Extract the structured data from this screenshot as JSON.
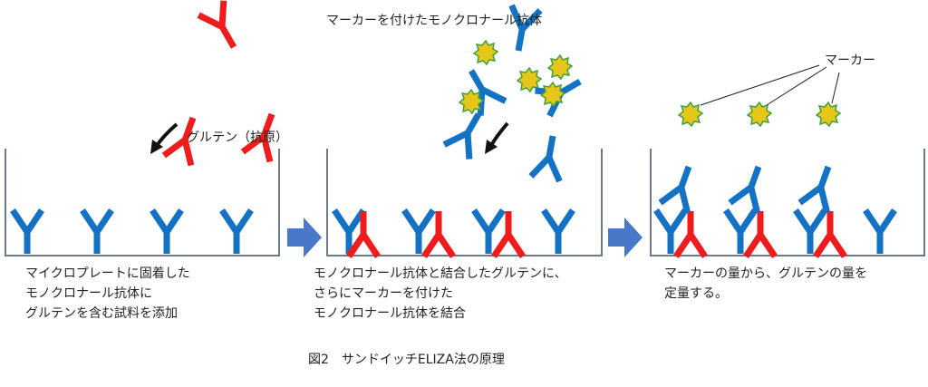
{
  "title_top": "マーカーを付けたモノクロナール抗体",
  "antigen_label": "グルテン（抗原）",
  "marker_label": "マーカー",
  "panels": [
    {
      "caption": [
        "マイクロプレートに固着した",
        "モノクロナール抗体に",
        "グルテンを含む試料を添加"
      ]
    },
    {
      "caption": [
        "モノクロナール抗体と結合したグルテンに、",
        "さらにマーカーを付けた",
        "モノクロナール抗体を結合"
      ]
    },
    {
      "caption": [
        "マーカーの量から、グルテンの量を",
        "定量する。"
      ]
    }
  ],
  "figure_caption": "図2　サンドイッチELIZA法の原理",
  "colors": {
    "antibody_blue": "#1472c4",
    "antigen_red": "#ee1c1c",
    "marker_fill": "#e6c619",
    "marker_stroke": "#3fa03f",
    "well_border": "#6b7a8c",
    "arrow_blue": "#4a78c8",
    "arrow_black": "#111111"
  }
}
